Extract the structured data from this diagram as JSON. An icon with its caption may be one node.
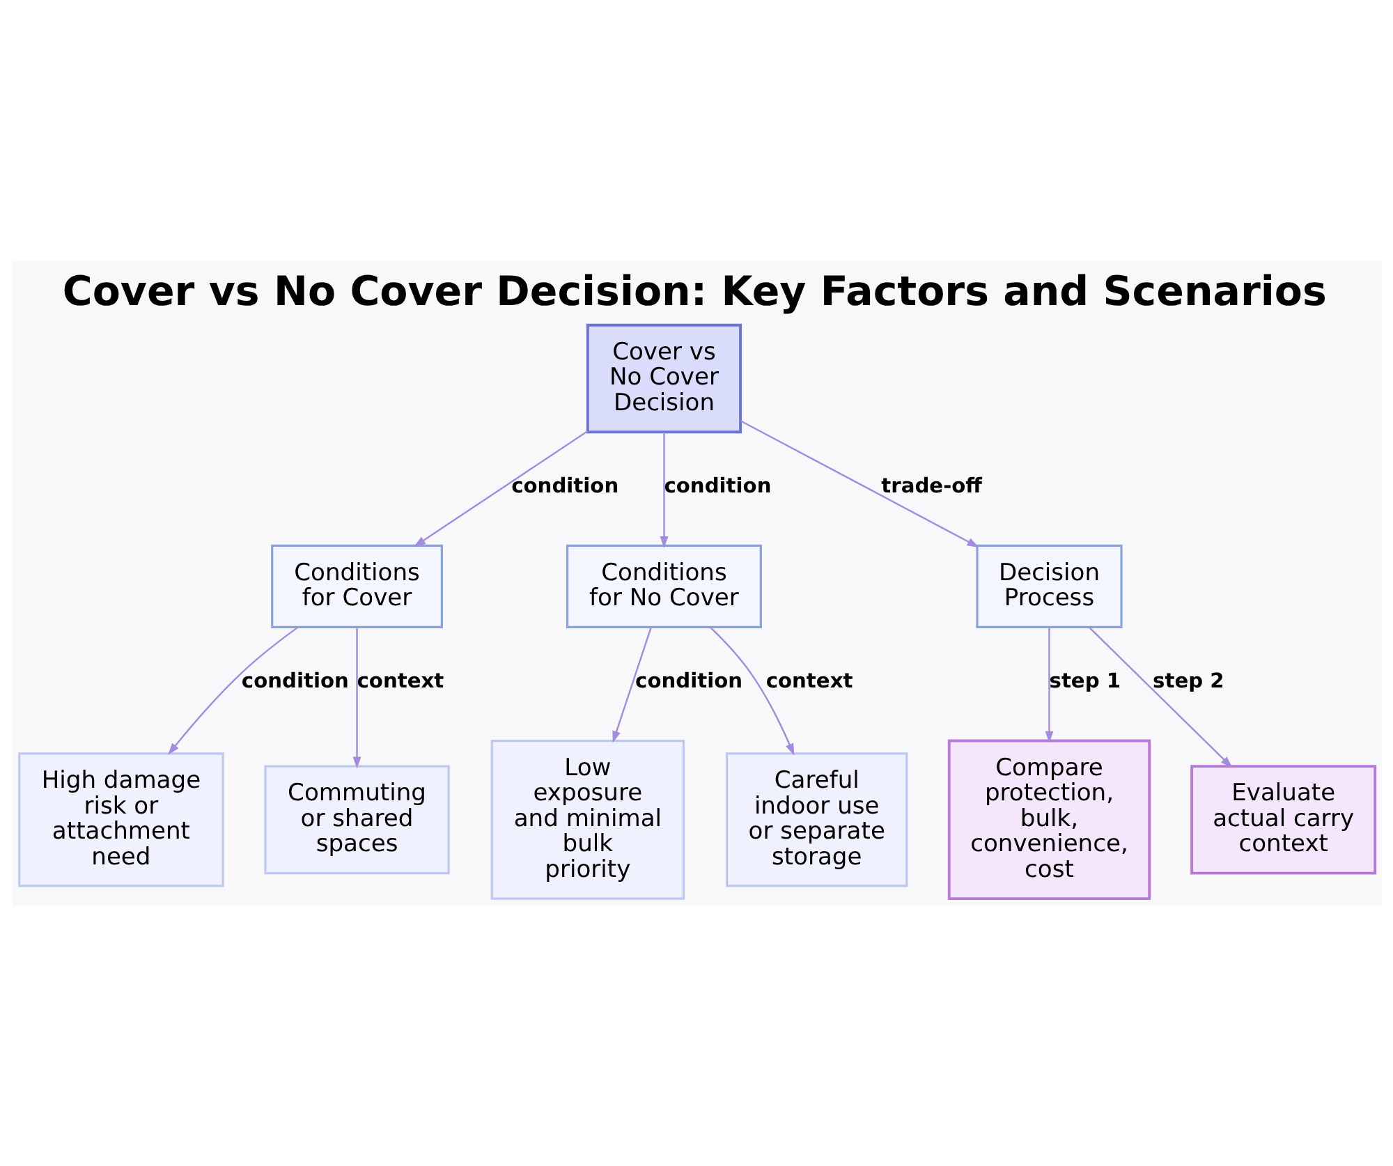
{
  "diagram": {
    "title": "Cover vs No Cover Decision: Key Factors and Scenarios",
    "nodes": [
      {
        "text": [
          "Cover vs No Cover Decision"
        ]
      },
      {
        "text": [
          "Conditions for Cover"
        ]
      },
      {
        "text": [
          "Conditions for No Cover"
        ]
      },
      {
        "text": [
          "Decision Process"
        ]
      },
      {
        "text": [
          "High damage risk or attachment need"
        ]
      },
      {
        "text": [
          "Commuting or shared spaces"
        ]
      },
      {
        "text": [
          "Low exposure and minimal bulk priority"
        ]
      },
      {
        "text": [
          "Careful indoor use or separate storage"
        ]
      },
      {
        "text": [
          "Compare protection, bulk, convenience, cost"
        ]
      },
      {
        "text": [
          "Evaluate actual carry context"
        ]
      }
    ],
    "edges": [
      {
        "from": 0,
        "to": 1,
        "arrow": "to",
        "label": "condition"
      },
      {
        "from": 0,
        "to": 2,
        "arrow": "to",
        "label": "condition"
      },
      {
        "from": 0,
        "to": 3,
        "arrow": "to",
        "label": "trade-off"
      },
      {
        "from": 1,
        "to": 4,
        "arrow": "to",
        "label": "condition"
      },
      {
        "from": 1,
        "to": 5,
        "arrow": "to",
        "label": "context"
      },
      {
        "from": 2,
        "to": 6,
        "arrow": "to",
        "label": "condition"
      },
      {
        "from": 2,
        "to": 7,
        "arrow": "to",
        "label": "context"
      },
      {
        "from": 3,
        "to": 8,
        "arrow": "to",
        "label": "step 1"
      },
      {
        "from": 3,
        "to": 9,
        "arrow": "to",
        "label": "step 2"
      }
    ]
  }
}
